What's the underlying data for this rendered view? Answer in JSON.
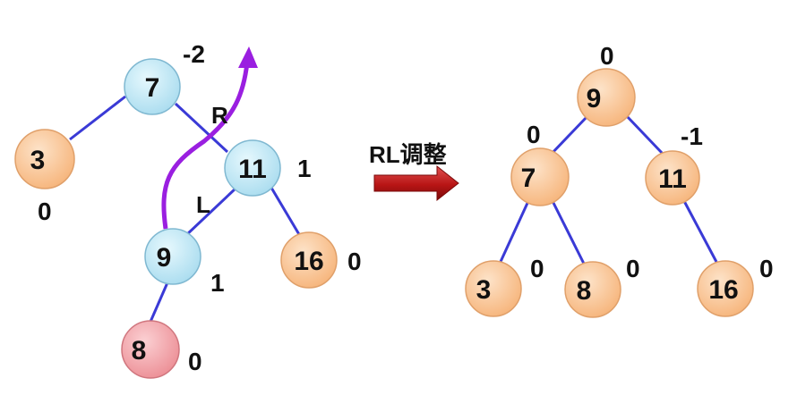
{
  "colors": {
    "blue_node": "#bfe8f5",
    "orange_node": "#fbc79a",
    "red_node": "#f2a3a8",
    "edge": "#3a3ad6",
    "rotation_path": "#9a1fe0",
    "arrow": "#b81515"
  },
  "left_tree": {
    "nodes": [
      {
        "key": "7",
        "bf": "-2"
      },
      {
        "key": "3",
        "bf": "0"
      },
      {
        "key": "11",
        "bf": "1"
      },
      {
        "key": "9",
        "bf": "1"
      },
      {
        "key": "16",
        "bf": "0"
      },
      {
        "key": "8",
        "bf": "0"
      }
    ],
    "edge_labels": {
      "r": "R",
      "l": "L"
    }
  },
  "transform": {
    "label": "RL调整"
  },
  "right_tree": {
    "nodes": [
      {
        "key": "9",
        "bf": "0"
      },
      {
        "key": "7",
        "bf": "0"
      },
      {
        "key": "11",
        "bf": "-1"
      },
      {
        "key": "3",
        "bf": "0"
      },
      {
        "key": "8",
        "bf": "0"
      },
      {
        "key": "16",
        "bf": "0"
      }
    ]
  }
}
